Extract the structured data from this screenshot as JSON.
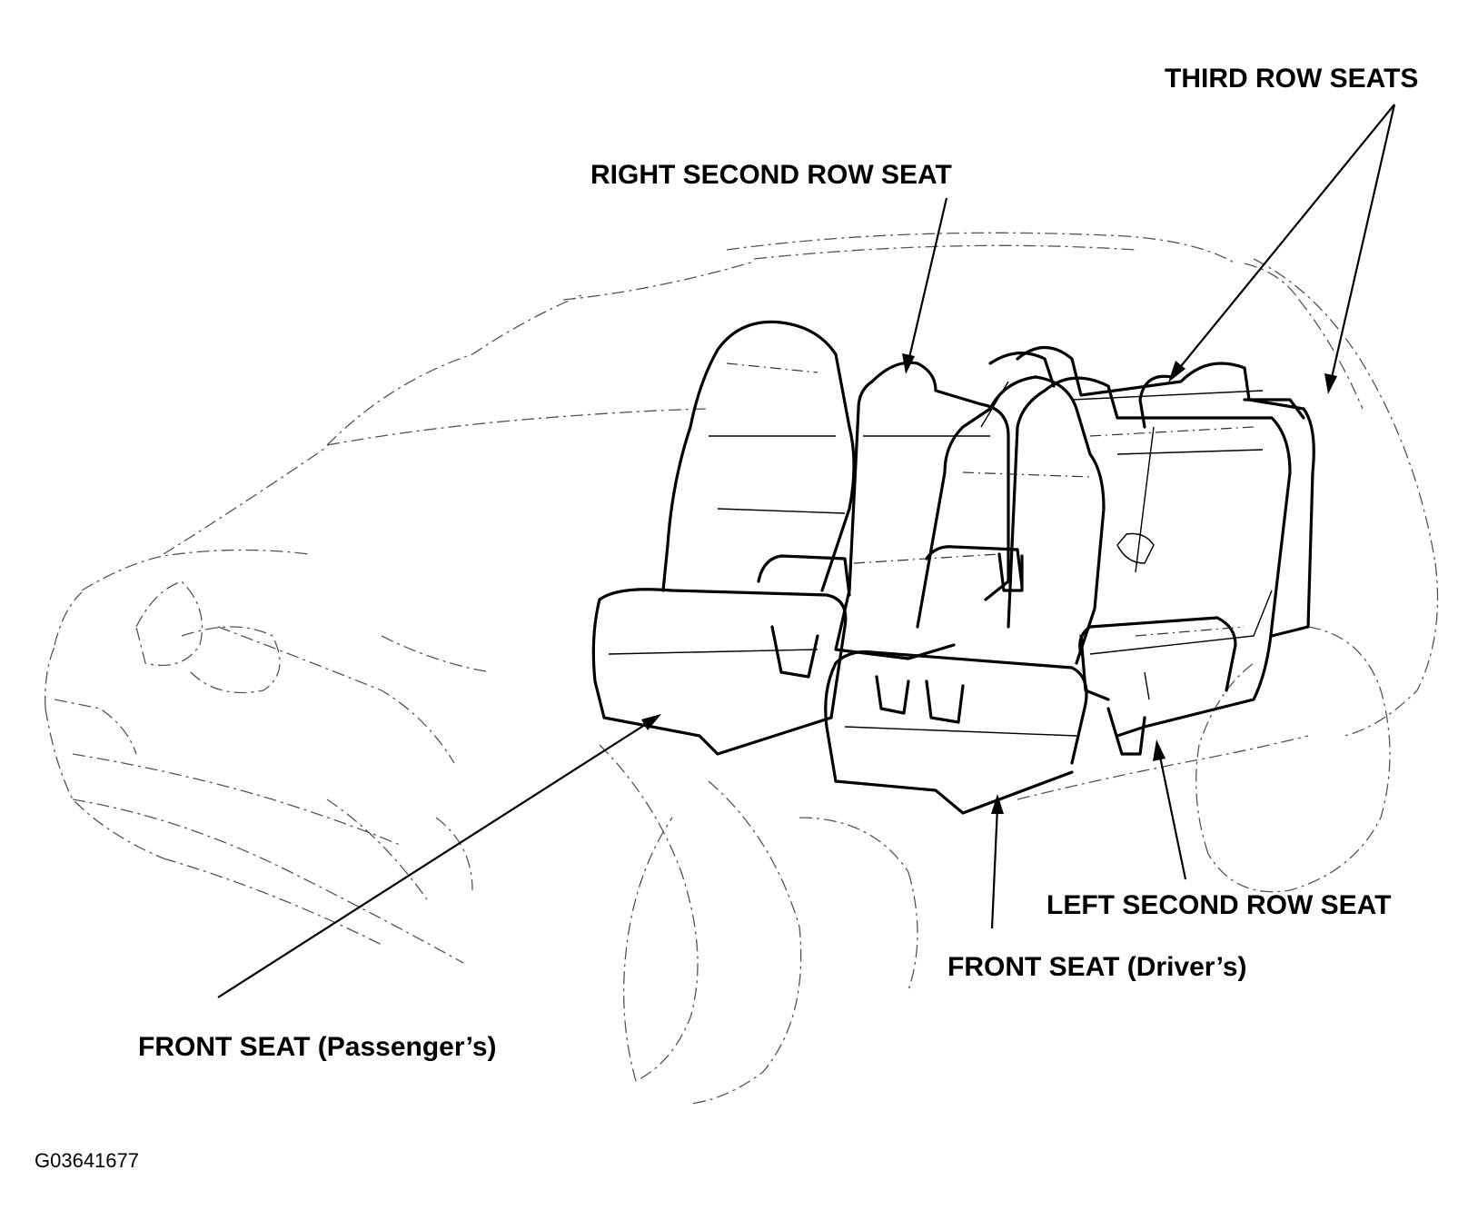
{
  "labels": {
    "third_row_seats": "THIRD ROW SEATS",
    "right_second_row_seat": "RIGHT SECOND ROW SEAT",
    "left_second_row_seat": "LEFT SECOND ROW SEAT",
    "front_seat_drivers": "FRONT SEAT (Driver’s)",
    "front_seat_passengers": "FRONT SEAT  (Passenger’s)"
  },
  "figure_id": "G03641677"
}
